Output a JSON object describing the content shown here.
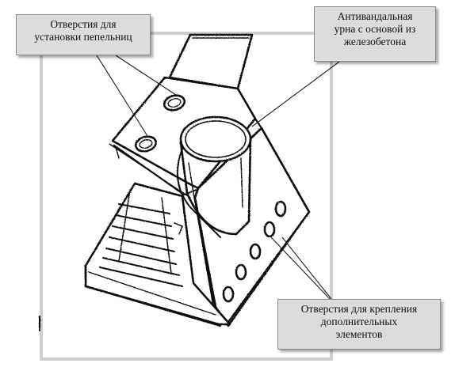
{
  "callouts": {
    "ashtray_holes": {
      "lines": [
        "Отверстия для",
        "установки пепельниц"
      ]
    },
    "urn": {
      "lines": [
        "Антивандальная",
        "урна с основой из",
        "железобетона"
      ]
    },
    "mount_holes": {
      "lines": [
        "Отверстия для крепления",
        "дополнительных",
        "элементов"
      ]
    }
  },
  "colors": {
    "callout_fill": "#dcdcdc",
    "callout_border": "#8a8a8a",
    "ink": "#111111"
  }
}
